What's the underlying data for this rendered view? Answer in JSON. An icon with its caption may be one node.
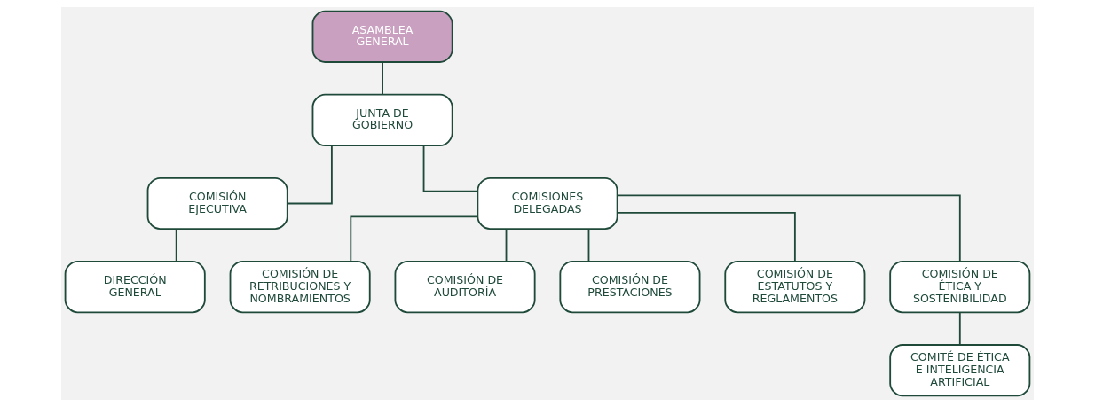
{
  "diagram": {
    "nodes": [
      {
        "text": [
          "ASAMBLEA GENERAL"
        ]
      },
      {
        "text": [
          "JUNTA DE GOBIERNO"
        ]
      },
      {
        "text": [
          "COMISIÓN EJECUTIVA"
        ]
      },
      {
        "text": [
          "COMISIONES DELEGADAS"
        ]
      },
      {
        "text": [
          "DIRECCIÓN GENERAL"
        ]
      },
      {
        "text": [
          "COMISIÓN DE RETRIBUCIONES Y NOMBRAMIENTOS"
        ]
      },
      {
        "text": [
          "COMISIÓN DE AUDITORÍA"
        ]
      },
      {
        "text": [
          "COMISIÓN DE PRESTACIONES"
        ]
      },
      {
        "text": [
          "COMISIÓN DE ESTATUTOS Y REGLAMENTOS"
        ]
      },
      {
        "text": [
          "COMISIÓN DE ÉTICA Y SOSTENIBILIDAD"
        ]
      },
      {
        "text": [
          "COMITÉ DE ÉTICA E INTELIGENCIA ARTIFICIAL"
        ]
      }
    ],
    "edges": [
      {
        "from": 0,
        "to": 1,
        "arrow": "none"
      },
      {
        "from": 1,
        "to": 2,
        "arrow": "none"
      },
      {
        "from": 1,
        "to": 3,
        "arrow": "none"
      },
      {
        "from": 2,
        "to": 4,
        "arrow": "none"
      },
      {
        "from": 3,
        "to": 5,
        "arrow": "none"
      },
      {
        "from": 3,
        "to": 6,
        "arrow": "none"
      },
      {
        "from": 3,
        "to": 7,
        "arrow": "none"
      },
      {
        "from": 3,
        "to": 8,
        "arrow": "none"
      },
      {
        "from": 3,
        "to": 9,
        "arrow": "none"
      },
      {
        "from": 9,
        "to": 10,
        "arrow": "none"
      }
    ]
  }
}
